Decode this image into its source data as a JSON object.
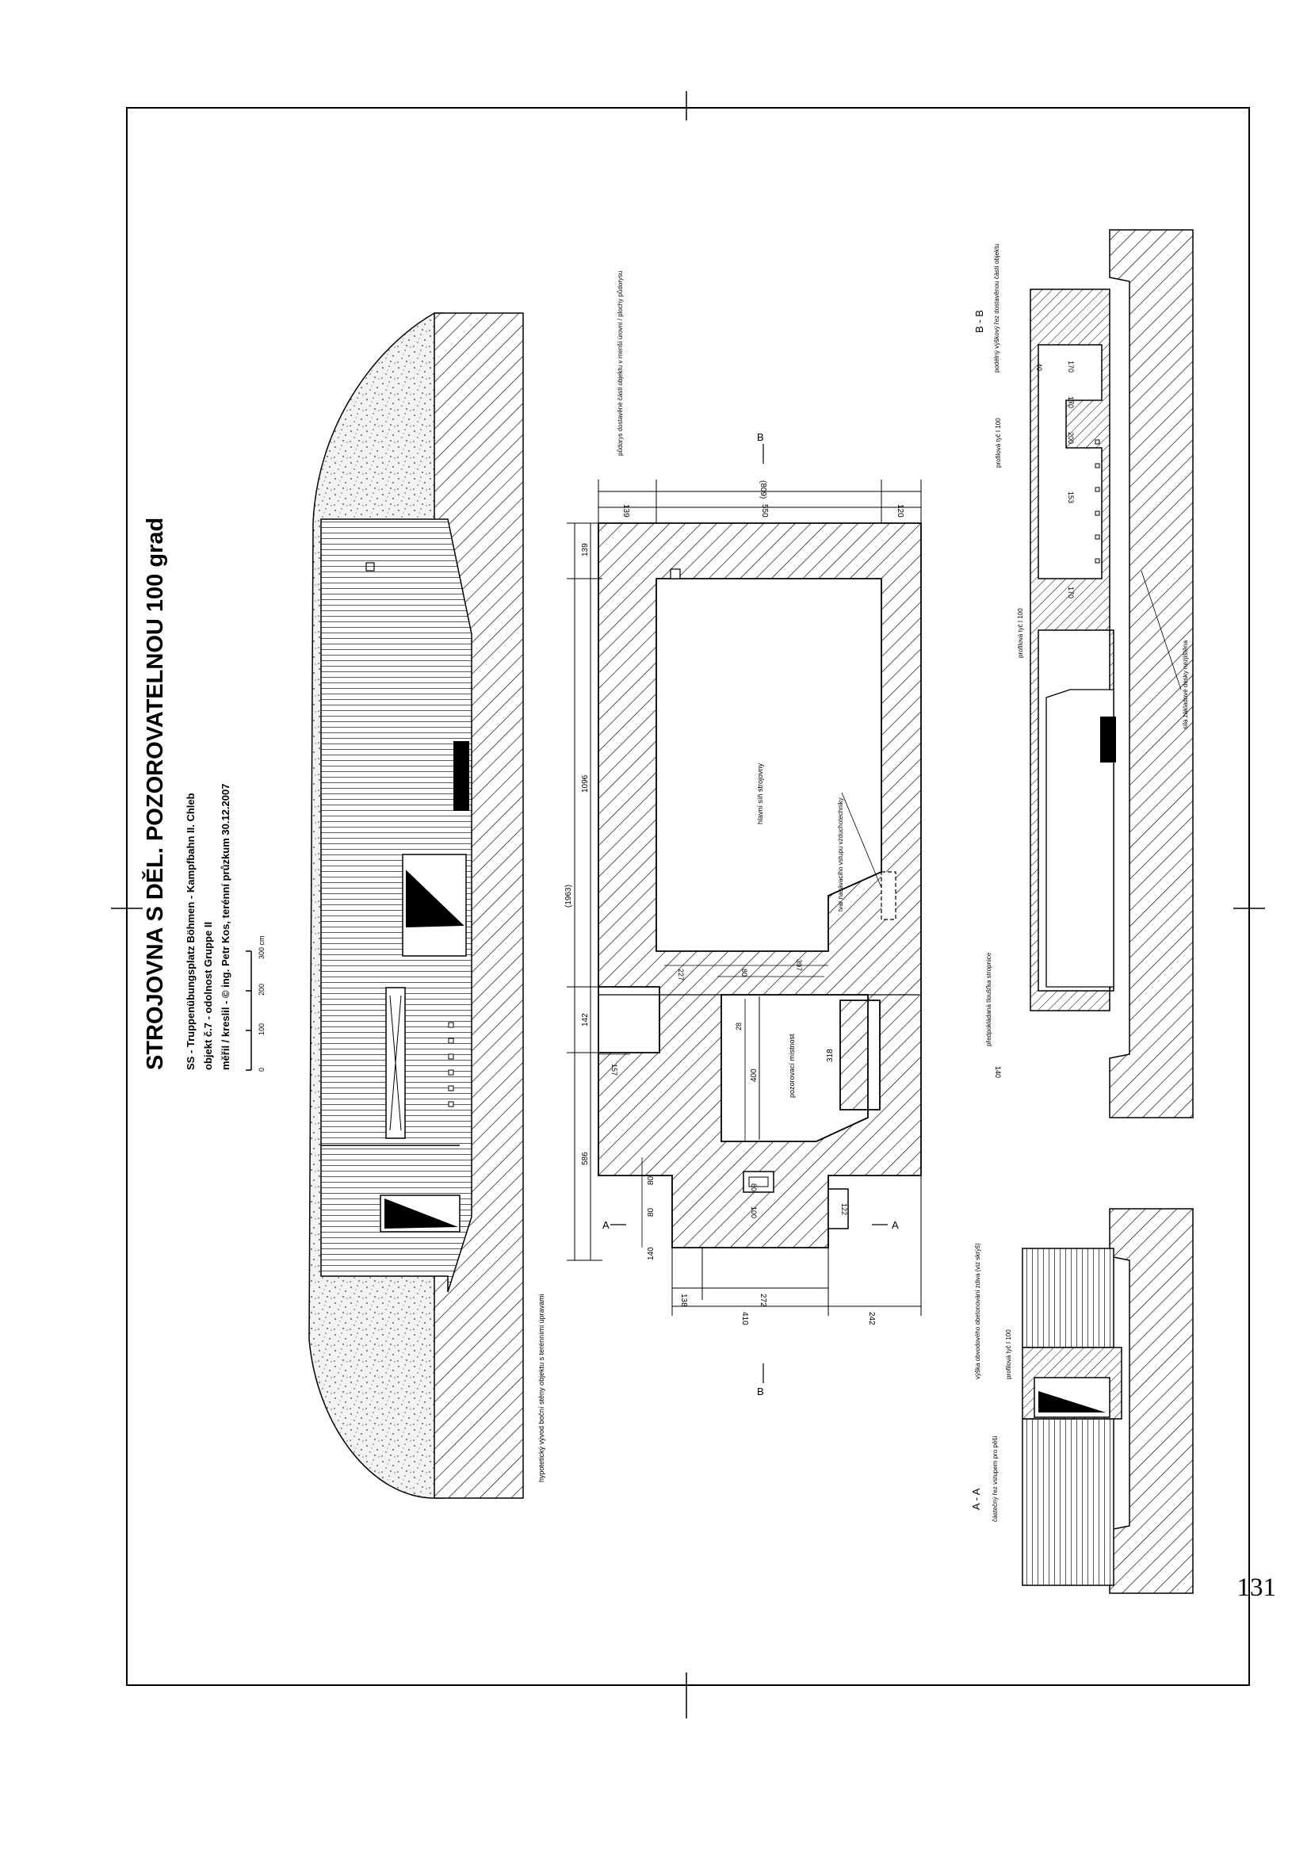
{
  "title": "STROJOVNA S DĚL. POZOROVATELNOU 100 grad",
  "info": [
    "SS - Truppenübungsplatz Böhmen - Kampfbahn II. Chleb",
    "objekt č.7 - odolnost Gruppe II",
    "měřil / kreslil - © ing. Petr Kos, terénní průzkum 30.12.2007"
  ],
  "scale": {
    "ticks": [
      "0",
      "100",
      "200",
      "300 cm"
    ]
  },
  "elevation_note": "hypotetický vývod boční stěny objektu s terénními úpravami",
  "plan": {
    "dims_top": [
      "139",
      "550",
      "120"
    ],
    "dim_total_top": "(809)",
    "dims_left": [
      "139",
      "1096",
      "142",
      "586"
    ],
    "dim_total_left": "(1963)",
    "dims_bottom_1": [
      "138",
      "272"
    ],
    "dims_bottom_2": [
      "410",
      "242"
    ],
    "dims_inner": [
      "80",
      "80",
      "140",
      "157",
      "227",
      "80",
      "397",
      "28",
      "400",
      "318",
      "80",
      "100",
      "122"
    ],
    "labels": {
      "main_room": "hlavní síň strojovny",
      "observation": "pozorovací místnost",
      "vent_note": "tvar nasávacího vstupu vzduchotechniky",
      "upper_note": "půdorys dostavěné části objektu v menší úrovni / plochy půdorysu"
    },
    "section_marks": [
      "A",
      "A",
      "B",
      "B"
    ]
  },
  "section_bb": {
    "title": "B - B",
    "subtitle": "podélný výškový řez dostavěnou částí objektu",
    "dims": [
      "40",
      "170",
      "170",
      "200",
      "153",
      "170",
      "140"
    ],
    "notes": [
      "profilová tyč I 100",
      "profilová tyč I 100",
      "síla základové desky nezjištěna",
      "předpokládaná tloušťka stropnice"
    ]
  },
  "section_aa": {
    "title": "A - A",
    "subtitle": "částečný řez vstupem pro pěší",
    "notes": [
      "profilová tyč I 100",
      "výška obvodového obetonování zdiva (viz skrýš)"
    ]
  },
  "page_number": "131"
}
